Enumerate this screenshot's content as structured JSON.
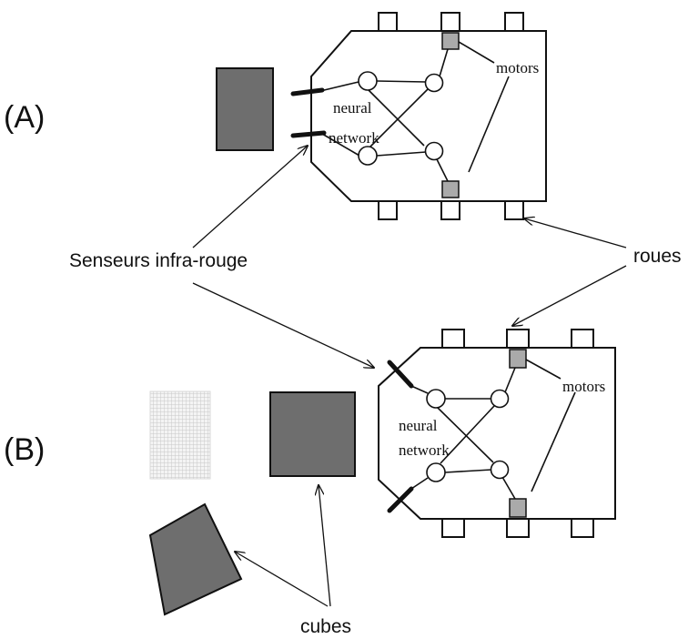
{
  "labels": {
    "panel_a": "(A)",
    "panel_b": "(B)",
    "sensors": "Senseurs infra-rouge",
    "wheels": "roues",
    "cubes": "cubes"
  },
  "robot_a": {
    "network_line1": "neural",
    "network_line2": "network",
    "motors": "motors"
  },
  "robot_b": {
    "network_line1": "neural",
    "network_line2": "network",
    "motors": "motors"
  },
  "colors": {
    "cube_fill": "#6e6e6e",
    "motor_fill": "#aaaaaa",
    "ghost_cube": "#cccccc",
    "line": "#111111"
  }
}
